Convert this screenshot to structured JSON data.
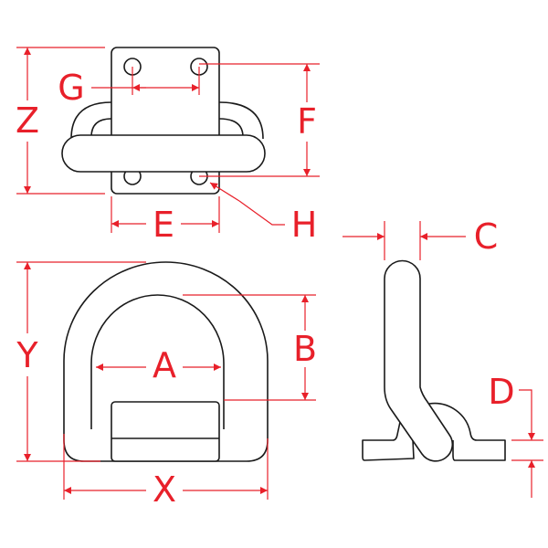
{
  "labels": {
    "G": "G",
    "Z": "Z",
    "F": "F",
    "H": "H",
    "E": "E",
    "C": "C",
    "Y": "Y",
    "B": "B",
    "A": "A",
    "D": "D",
    "X": "X"
  },
  "colors": {
    "dimension": "#e8202a",
    "outline": "#1a1a1a"
  }
}
